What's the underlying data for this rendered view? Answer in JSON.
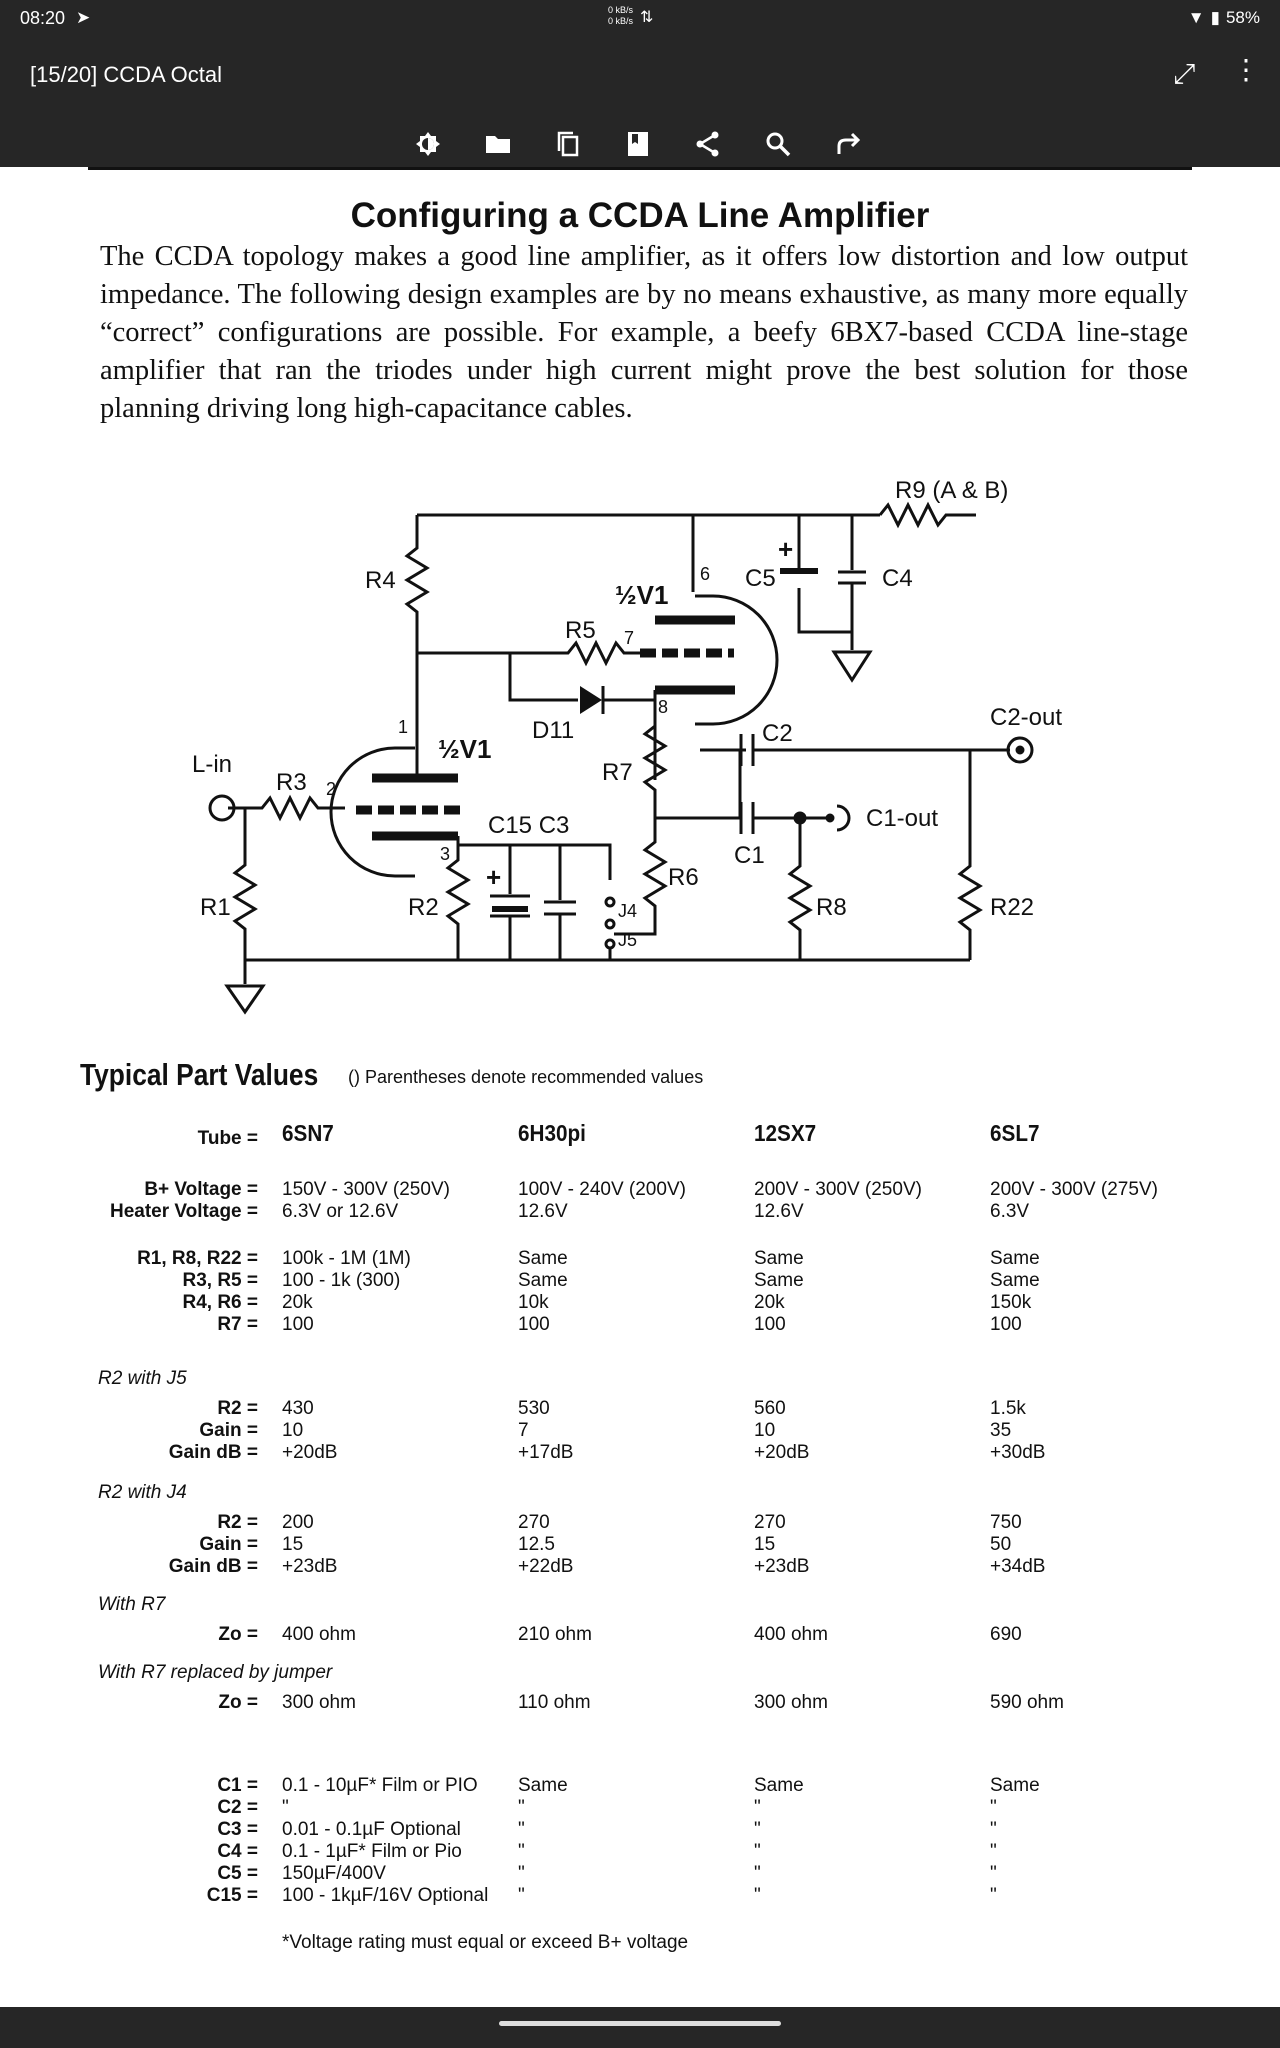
{
  "status_bar": {
    "time": "08:20",
    "net_up": "0 kB/s",
    "net_down": "0 kB/s",
    "battery": "58%"
  },
  "app_bar": {
    "title": "[15/20] CCDA Octal"
  },
  "toolbar": {
    "icons": [
      "brightness-icon",
      "folder-icon",
      "copy-icon",
      "bookmark-icon",
      "share-icon",
      "search-icon",
      "redo-icon"
    ]
  },
  "document": {
    "title": "Configuring a CCDA Line Amplifier",
    "paragraph": "The CCDA topology makes a good line amplifier, as it offers low distortion and low output impedance. The following design examples are by no means exhaustive, as many more equally “correct” configurations are possible. For example, a beefy 6BX7-based CCDA line-stage amplifier that ran the triodes under high current might prove the best solution for those planning driving long high-capacitance cables."
  },
  "schematic": {
    "labels": {
      "r9": "R9 (A & B)",
      "r4": "R4",
      "half_v1_top": "½V1",
      "pin6": "6",
      "c5": "C5",
      "plus_c5": "+",
      "c4": "C4",
      "r5": "R5",
      "pin7": "7",
      "pin8": "8",
      "d11": "D11",
      "c2": "C2",
      "c2_out": "C2-out",
      "pin1": "1",
      "half_v1_bottom": "½V1",
      "l_in": "L-in",
      "r3": "R3",
      "pin2": "2",
      "r7": "R7",
      "c15_c3": "C15 C3",
      "c1": "C1",
      "c1_out": "C1-out",
      "pin3": "3",
      "plus_c15": "+",
      "r6": "R6",
      "r1": "R1",
      "r2": "R2",
      "j4": "J4",
      "j5": "J5",
      "r8": "R8",
      "r22": "R22"
    }
  },
  "parts": {
    "heading": "Typical Part Values",
    "note": "() Parentheses denote recommended values",
    "tube_label": "Tube =",
    "tubes": [
      "6SN7",
      "6H30pi",
      "12SX7",
      "6SL7"
    ],
    "groups": [
      {
        "rows": [
          {
            "label": "B+ Voltage =",
            "values": [
              "150V - 300V (250V)",
              "100V - 240V (200V)",
              "200V - 300V (250V)",
              "200V - 300V (275V)"
            ]
          },
          {
            "label": "Heater Voltage =",
            "values": [
              "6.3V or 12.6V",
              "12.6V",
              "12.6V",
              "6.3V"
            ]
          }
        ]
      },
      {
        "rows": [
          {
            "label": "R1, R8, R22 =",
            "values": [
              "100k - 1M (1M)",
              "Same",
              "Same",
              "Same"
            ]
          },
          {
            "label": "R3, R5 =",
            "values": [
              "100 - 1k (300)",
              "Same",
              "Same",
              "Same"
            ]
          },
          {
            "label": "R4, R6 =",
            "values": [
              "20k",
              "10k",
              "20k",
              "150k"
            ]
          },
          {
            "label": "R7 =",
            "values": [
              "100",
              "100",
              "100",
              "100"
            ]
          }
        ]
      },
      {
        "section": "R2  with J5",
        "rows": [
          {
            "label": "R2 =",
            "values": [
              "430",
              "530",
              "560",
              "1.5k"
            ]
          },
          {
            "label": "Gain =",
            "values": [
              "10",
              "7",
              "10",
              "35"
            ]
          },
          {
            "label": "Gain dB =",
            "values": [
              "+20dB",
              "+17dB",
              "+20dB",
              "+30dB"
            ]
          }
        ]
      },
      {
        "section": "R2  with J4",
        "rows": [
          {
            "label": "R2 =",
            "values": [
              "200",
              "270",
              "270",
              "750"
            ]
          },
          {
            "label": "Gain =",
            "values": [
              "15",
              "12.5",
              "15",
              "50"
            ]
          },
          {
            "label": "Gain dB =",
            "values": [
              "+23dB",
              "+22dB",
              "+23dB",
              "+34dB"
            ]
          }
        ]
      },
      {
        "section": "With R7",
        "rows": [
          {
            "label": "Zo =",
            "values": [
              "400 ohm",
              "210 ohm",
              "400 ohm",
              "690"
            ]
          }
        ]
      },
      {
        "section": "With R7 replaced by jumper",
        "rows": [
          {
            "label": "Zo =",
            "values": [
              "300 ohm",
              "110 ohm",
              "300 ohm",
              "590 ohm"
            ]
          }
        ]
      },
      {
        "rows": [
          {
            "label": "C1 =",
            "values": [
              "0.1 - 10µF* Film or PIO",
              "Same",
              "Same",
              "Same"
            ]
          },
          {
            "label": "C2 =",
            "values": [
              "\"",
              "\"",
              "\"",
              "\""
            ]
          },
          {
            "label": "C3 =",
            "values": [
              "0.01 - 0.1µF Optional",
              "\"",
              "\"",
              "\""
            ]
          },
          {
            "label": "C4 =",
            "values": [
              "0.1 - 1µF* Film or Pio",
              "\"",
              "\"",
              "\""
            ]
          },
          {
            "label": "C5 =",
            "values": [
              "150µF/400V",
              "\"",
              "\"",
              "\""
            ]
          },
          {
            "label": "C15 =",
            "values": [
              "100 - 1kµF/16V Optional",
              "\"",
              "\"",
              "\""
            ]
          }
        ]
      }
    ],
    "footnote": "*Voltage rating must equal or exceed B+ voltage"
  }
}
